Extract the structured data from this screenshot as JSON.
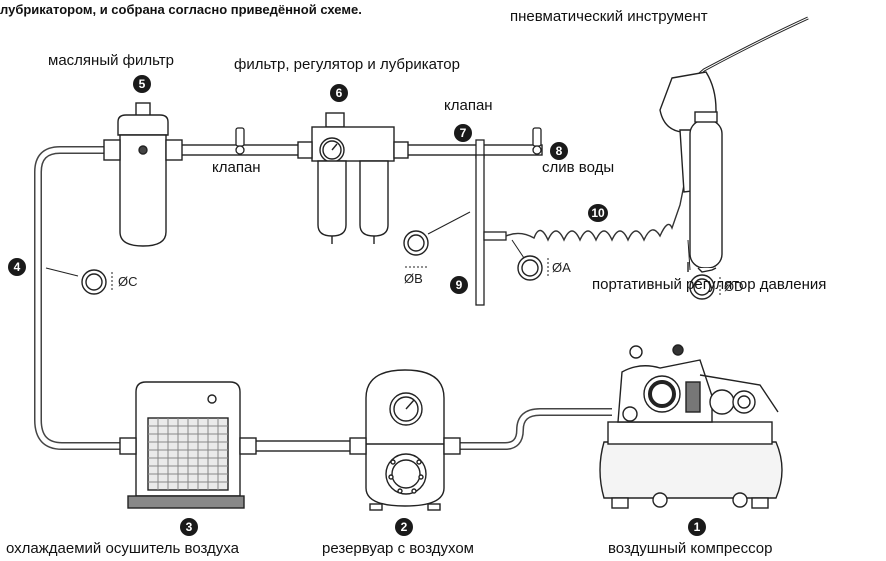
{
  "intro_text": "лубрикатором, и собрана согласно приведённой схеме.",
  "labels": {
    "tool": "пневматический инструмент",
    "oil_filter": "масляный фильтр",
    "frl": "фильтр, регулятор и лубрикатор",
    "valve_top": "клапан",
    "valve_left": "клапан",
    "drain": "слив воды",
    "portable_regulator": "портативный регулятор давления",
    "dryer": "охлаждаемий осушитель воздуха",
    "tank": "резервуар с воздухом",
    "compressor": "воздушный компрессор"
  },
  "numbers": {
    "n1": "1",
    "n2": "2",
    "n3": "3",
    "n4": "4",
    "n5": "5",
    "n6": "6",
    "n7": "7",
    "n8": "8",
    "n9": "9",
    "n10": "10"
  },
  "diameters": {
    "a": "ØA",
    "b": "ØB",
    "c": "ØC",
    "d": "ØD"
  }
}
